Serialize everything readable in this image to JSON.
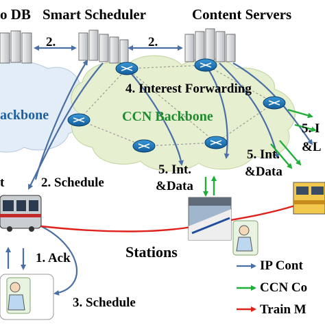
{
  "labels": {
    "geo_db": "o DB",
    "smart_scheduler": "Smart Scheduler",
    "content_servers": "Content Servers",
    "step2_left": "2.",
    "step2_right": "2.",
    "interest_forwarding": "4. Interest Forwarding",
    "ccn_backbone": "CCN Backbone",
    "ip_backbone": "ackbone",
    "int_data_left_1": "5. Int.",
    "int_data_left_2": "&Data",
    "int_data_right_1": "5. Int.",
    "int_data_right_2": "&Data",
    "far_right_1": "5. I",
    "far_right_2": "&L",
    "schedule_top": "2. Schedule",
    "train_left_cut": "t",
    "stations": "Stations",
    "ack": "1. Ack",
    "schedule_bottom": "3. Schedule"
  },
  "legend": [
    {
      "label": "IP Cont",
      "color": "#4a6fa5"
    },
    {
      "label": "CCN Co",
      "color": "#1fae3a"
    },
    {
      "label": "Train M",
      "color": "#e0201a"
    }
  ],
  "colors": {
    "ip_arrow": "#4a6fa5",
    "ccn_arrow": "#1fae3a",
    "train_line": "#e0201a",
    "cloud": "#e6efd0",
    "router": "#1b73b8"
  }
}
